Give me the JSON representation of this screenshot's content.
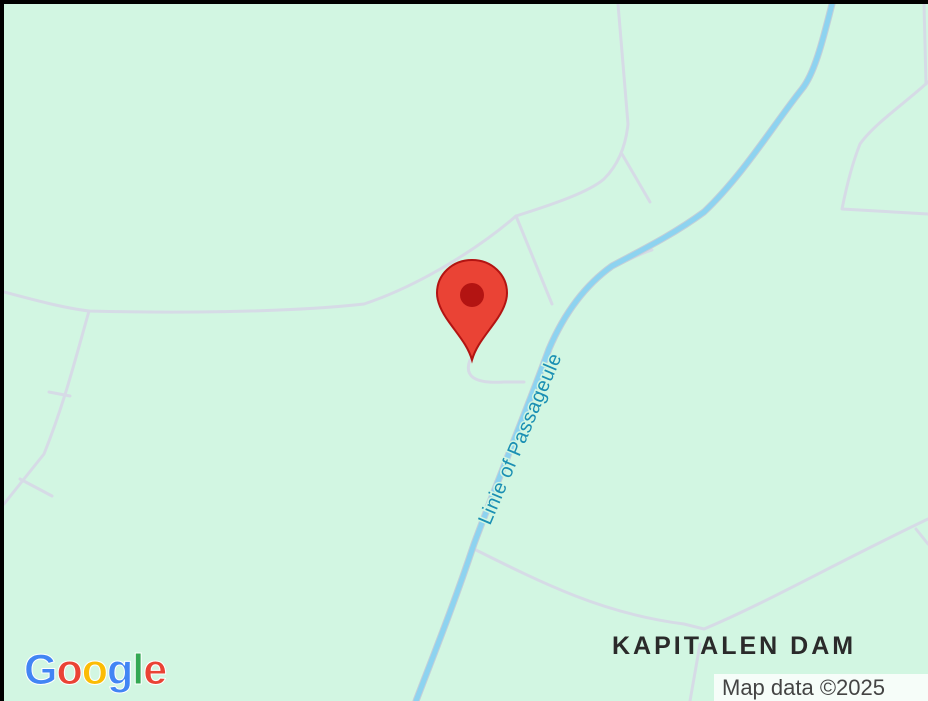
{
  "map": {
    "water_label": "Linie of Passageule",
    "district_label": "KAPITALEN DAM",
    "attribution": "Map data ©2025",
    "logo": {
      "letters": [
        "G",
        "o",
        "o",
        "g",
        "l",
        "e"
      ],
      "colors": [
        "#4285F4",
        "#EA4335",
        "#FBBC05",
        "#4285F4",
        "#34A853",
        "#EA4335"
      ]
    },
    "marker": {
      "icon": "map-pin-icon",
      "fill": "#EA4335",
      "stroke": "#B31412",
      "dot": "#B31412"
    },
    "colors": {
      "land": "#d2f6e2",
      "road": "#d6dbe6",
      "water": "#8dd3f0",
      "water_label": "#1a8fb3"
    }
  }
}
